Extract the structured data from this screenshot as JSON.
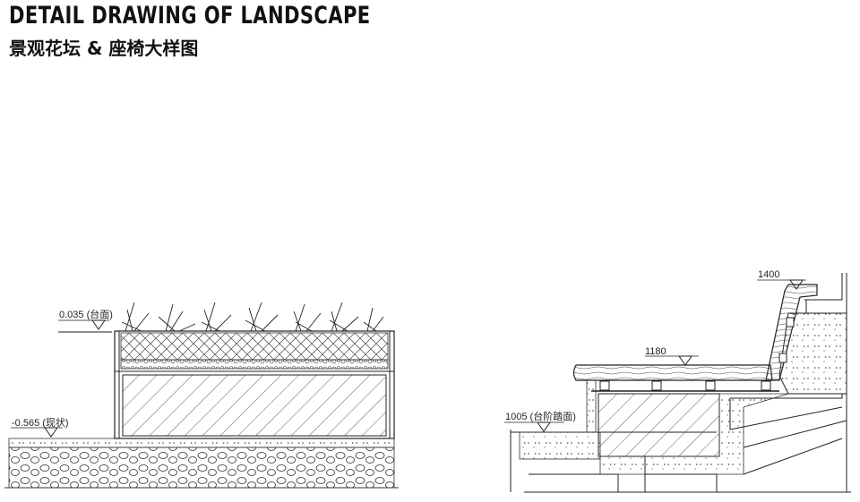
{
  "header": {
    "title": "DETAIL DRAWING OF LANDSCAPE",
    "subtitle": "景观花坛 & 座椅大样图"
  },
  "planter_detail": {
    "top_elevation": "0.035 (台面)",
    "ground_elevation": "-0.565 (现状)"
  },
  "bench_detail": {
    "back_elevation": "1400",
    "seat_elevation": "1180",
    "step_elevation": "1005 (台阶踏面)"
  }
}
